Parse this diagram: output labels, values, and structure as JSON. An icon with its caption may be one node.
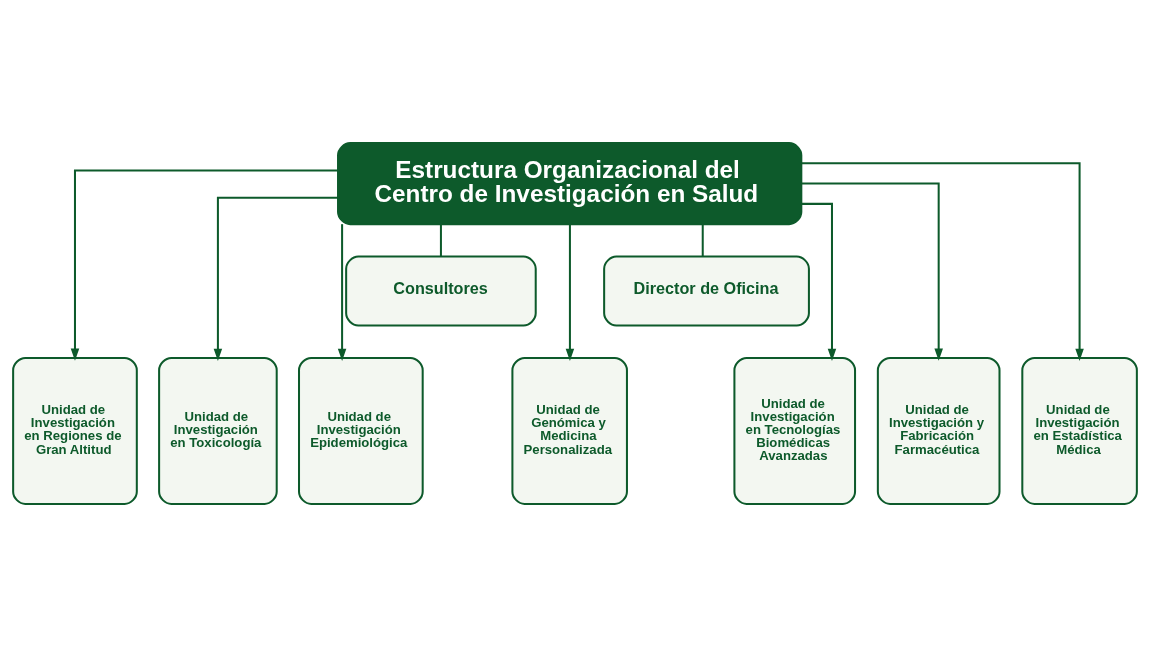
{
  "diagram": {
    "nodes": [
      {
        "text": [
          "Estructura Organizacional del Centro de Investigación en Salud"
        ]
      },
      {
        "text": [
          "Consultores"
        ]
      },
      {
        "text": [
          "Director de Oficina"
        ]
      },
      {
        "text": [
          "Unidad de Investigación en Regiones de Gran Altitud"
        ]
      },
      {
        "text": [
          "Unidad de Investigación en Toxicología"
        ]
      },
      {
        "text": [
          "Unidad de Investigación Epidemiológica"
        ]
      },
      {
        "text": [
          "Unidad de Genómica y Medicina Personalizada"
        ]
      },
      {
        "text": [
          "Unidad de Investigación en Tecnologías Biomédicas Avanzadas"
        ]
      },
      {
        "text": [
          "Unidad de Investigación y Fabricación Farmacéutica"
        ]
      },
      {
        "text": [
          "Unidad de Investigación en Estadística Médica"
        ]
      }
    ],
    "edges": [
      {
        "from": 0,
        "to": 3,
        "arrow": "to"
      },
      {
        "from": 0,
        "to": 4,
        "arrow": "to"
      },
      {
        "from": 0,
        "to": 5,
        "arrow": "to"
      },
      {
        "from": 0,
        "to": 1,
        "arrow": "none"
      },
      {
        "from": 0,
        "to": 6,
        "arrow": "to"
      },
      {
        "from": 0,
        "to": 2,
        "arrow": "none"
      },
      {
        "from": 0,
        "to": 7,
        "arrow": "to"
      },
      {
        "from": 0,
        "to": 8,
        "arrow": "to"
      },
      {
        "from": 0,
        "to": 9,
        "arrow": "to"
      }
    ]
  }
}
